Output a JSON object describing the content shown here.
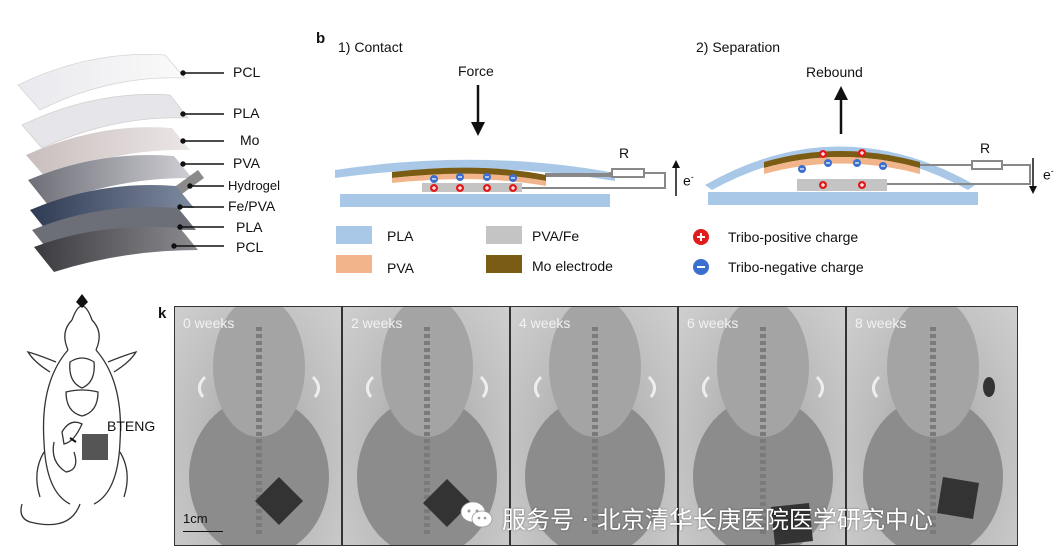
{
  "panel_b": {
    "letter": "b",
    "contact_title": "1) Contact",
    "separation_title": "2) Separation",
    "force_label": "Force",
    "rebound_label": "Rebound",
    "resistor_label": "R",
    "electron_label": "e",
    "electron_sup": "-"
  },
  "layer_stack": {
    "labels": [
      "PCL",
      "PLA",
      "Mo",
      "PVA",
      "Hydrogel",
      "Fe/PVA",
      "PLA",
      "PCL"
    ]
  },
  "legend": {
    "pla": "PLA",
    "pva": "PVA",
    "pva_fe": "PVA/Fe",
    "mo": "Mo electrode",
    "positive": "Tribo-positive charge",
    "negative": "Tribo-negative charge"
  },
  "colors": {
    "pla": "#a9c8e8",
    "pva": "#f2b48a",
    "pva_fe": "#c4c4c4",
    "mo": "#7a5c14",
    "positive": "#e11b1b",
    "negative": "#3b6fcf"
  },
  "rat": {
    "label": "BTENG"
  },
  "panel_k": {
    "letter": "k",
    "panels": [
      "0 weeks",
      "2 weeks",
      "4 weeks",
      "6 weeks",
      "8 weeks"
    ],
    "scale_label": "1cm"
  },
  "watermark": {
    "text": "服务号 · 北京清华长庚医院医学研究中心"
  }
}
